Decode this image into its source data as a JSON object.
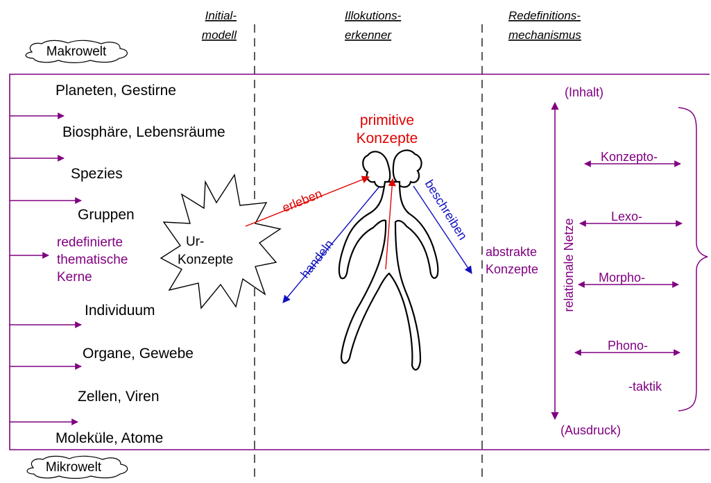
{
  "columns": {
    "initial_line1": "Initial-",
    "initial_line2": "modell",
    "illok_line1": "Illokutions-",
    "illok_line2": "erkenner",
    "redef_line1": "Redefinitions-",
    "redef_line2": "mechanismus"
  },
  "clouds": {
    "top": "Makrowelt",
    "bottom": "Mikrowelt"
  },
  "levels": [
    "Planeten, Gestirne",
    "Biosphäre, Lebensräume",
    "Spezies",
    "Gruppen",
    "Individuum",
    "Organe, Gewebe",
    "Zellen, Viren",
    "Moleküle, Atome"
  ],
  "thematic": {
    "line1": "redefinierte",
    "line2": "thematische",
    "line3": "Kerne"
  },
  "urkonzepte": {
    "line1": "Ur-",
    "line2": "Konzepte"
  },
  "primitive": {
    "line1": "primitive",
    "line2": "Konzepte"
  },
  "arrows": {
    "erleben": "erleben",
    "handeln": "handeln",
    "beschreiben": "beschreiben"
  },
  "abstract": {
    "line1": "abstrakte",
    "line2": "Konzepte"
  },
  "right": {
    "inhalt": "(Inhalt)",
    "ausdruck": "(Ausdruck)",
    "relationale": "relationale Netze",
    "konzepto": "Konzepto-",
    "lexo": "Lexo-",
    "morpho": "Morpho-",
    "phono": "Phono-",
    "taktik": "-taktik"
  },
  "colors": {
    "purple": "#800080",
    "red": "#e00000",
    "blue": "#1010c0",
    "black": "#000000"
  }
}
